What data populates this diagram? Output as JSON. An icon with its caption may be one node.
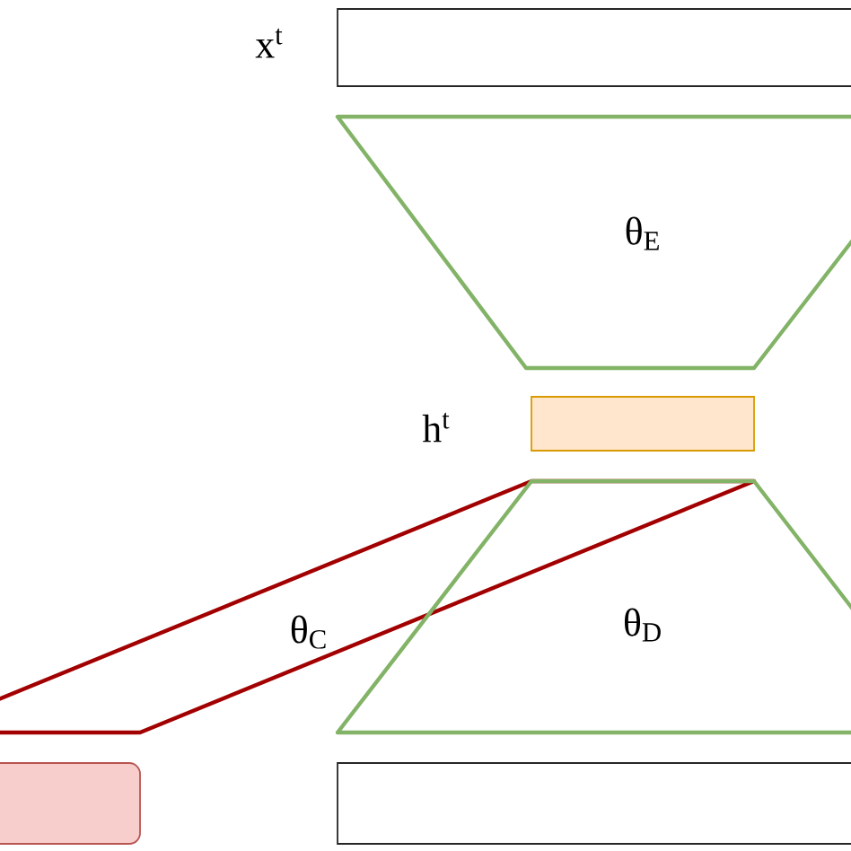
{
  "diagram": {
    "nodes": [
      {
        "text": [
          "x$^{t}$"
        ]
      },
      {
        "text": [
          "θ$_{E}$"
        ]
      },
      {
        "text": [
          "h$^{t}$"
        ]
      },
      {
        "text": [
          "θ$_{D}$"
        ]
      },
      {
        "text": [
          "θ$_{C}$"
        ]
      },
      {
        "text": [],
        "shape": "box"
      },
      {
        "text": [],
        "shape": "box"
      }
    ]
  }
}
